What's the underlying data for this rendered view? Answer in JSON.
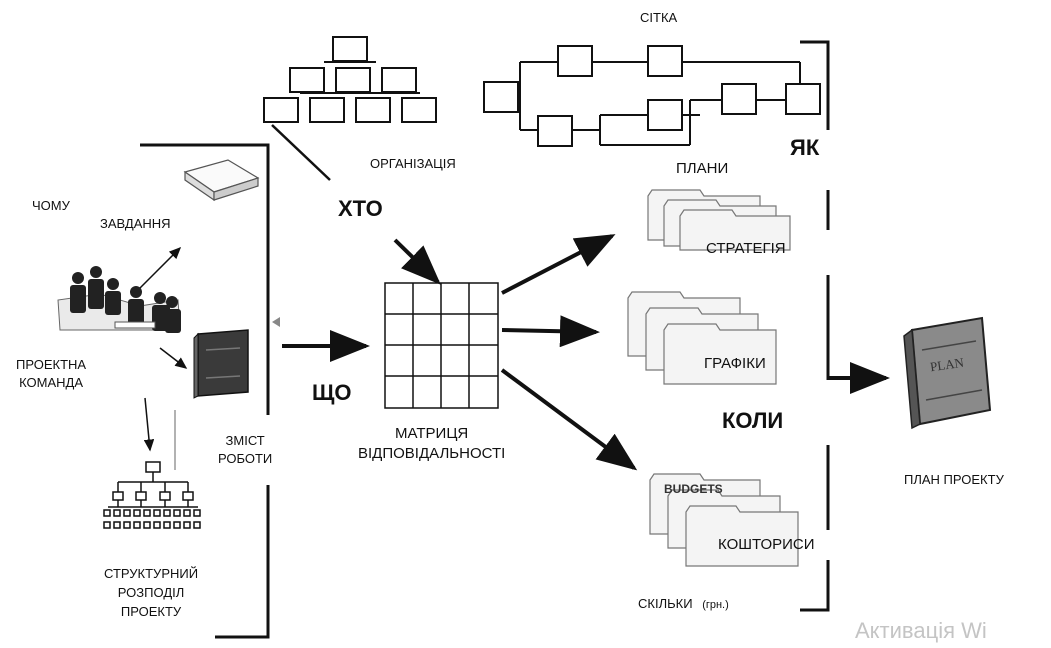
{
  "labels": {
    "sitka": "СІТКА",
    "organization": "ОРГАНІЗАЦІЯ",
    "yak": "ЯК",
    "plany": "ПЛАНИ",
    "xto": "ХТО",
    "chomu": "ЧОМУ",
    "zavdannia": "ЗАВДАННЯ",
    "stratehiia": "СТРАТЕГІЯ",
    "proektna_komanda": [
      "ПРОЕКТНА",
      "КОМАНДА"
    ],
    "shcho": "ЩО",
    "hrafiky": "ГРАФІКИ",
    "koly": "КОЛИ",
    "zmist_roboty": [
      "ЗМІСТ",
      "РОБОТИ"
    ],
    "matrytsia": [
      "МАТРИЦЯ",
      "ВІДПОВІДАЛЬНОСТІ"
    ],
    "plan_proektu": "ПЛАН ПРОЕКТУ",
    "budgets": "BUDGETS",
    "koshtorysy": "КОШТОРИСИ",
    "strukturnyi_rozpodil": [
      "СТРУКТУРНИЙ",
      "РОЗПОДІЛ",
      "ПРОЕКТУ"
    ],
    "skilky": "СКІЛЬКИ",
    "hrn": "(грн.)",
    "plan_book": "PLAN"
  },
  "watermark": "Активація Wi",
  "colors": {
    "ink": "#111111",
    "book_dark": "#3a3a3a",
    "book_plan": "#8a8a8a",
    "folder": "#f4f4f4",
    "watermark": "#c4c4c4"
  }
}
